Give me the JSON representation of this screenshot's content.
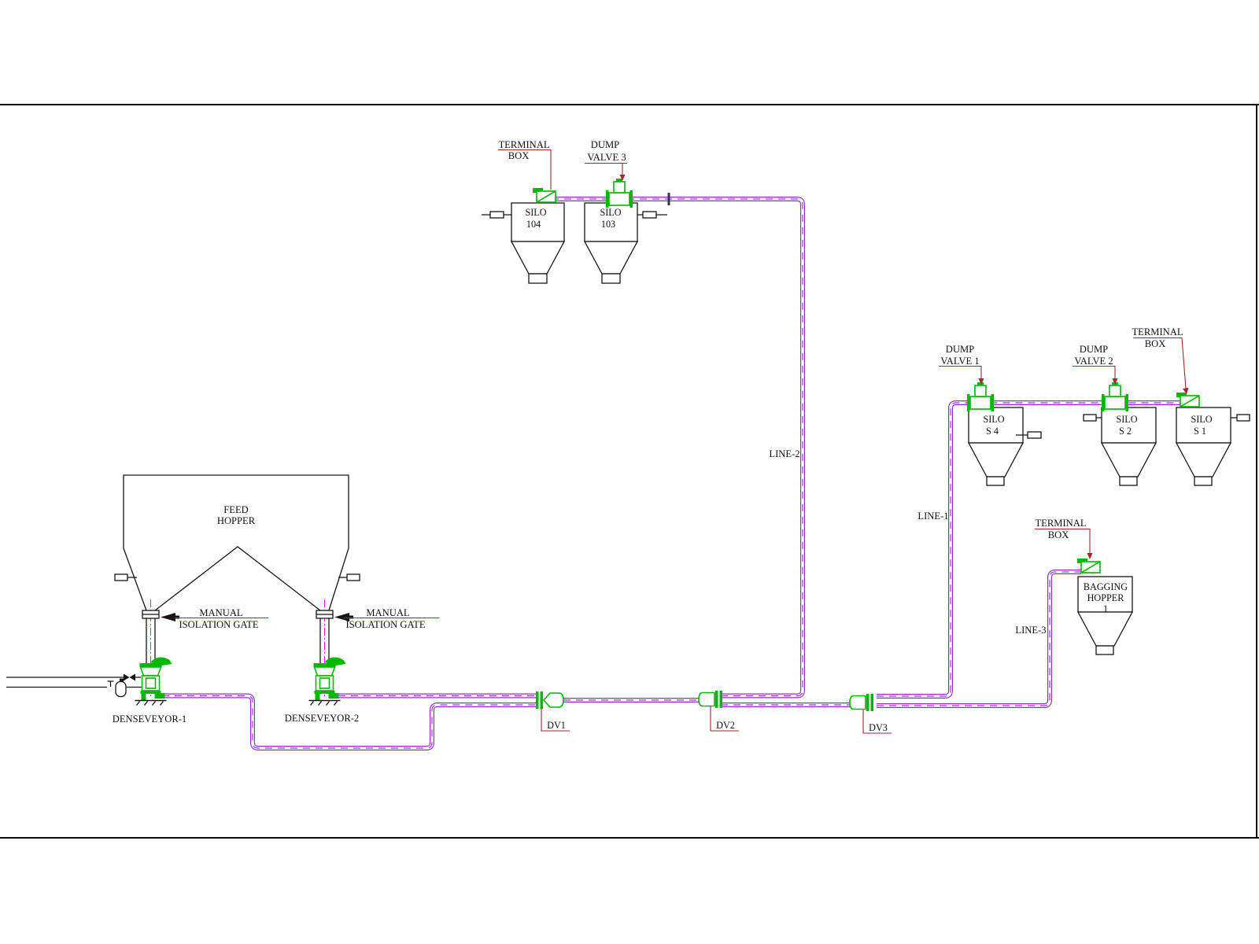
{
  "colors": {
    "background": "#ffffff",
    "pipe_purple": "#8b2fc9",
    "pipe_centerline": "#a435d6",
    "equipment_green": "#00b800",
    "leader_red": "#a92727",
    "centerline_magenta": "#ff00ff",
    "linework_black": "#161616"
  },
  "labels": {
    "terminal_box": {
      "line1": "TERMINAL",
      "line2": "BOX"
    },
    "manual_isolation_gate": {
      "line1": "MANUAL",
      "line2": "ISOLATION GATE"
    },
    "feed_hopper": {
      "line1": "FEED",
      "line2": "HOPPER"
    },
    "silo_104": {
      "line1": "SILO",
      "line2": "104"
    },
    "silo_103": {
      "line1": "SILO",
      "line2": "103"
    },
    "silo_s4": {
      "line1": "SILO",
      "line2": "S 4"
    },
    "silo_s2": {
      "line1": "SILO",
      "line2": "S 2"
    },
    "silo_s1": {
      "line1": "SILO",
      "line2": "S 1"
    },
    "bagging_hopper": {
      "line1": "BAGGING",
      "line2": "HOPPER",
      "line3": "1"
    },
    "denseveyor_1": "DENSEVEYOR-1",
    "denseveyor_2": "DENSEVEYOR-2",
    "dump_valve_1": {
      "line1": "DUMP",
      "line2": "VALVE 1"
    },
    "dump_valve_2": {
      "line1": "DUMP",
      "line2": "VALVE 2"
    },
    "dump_valve_3": {
      "line1": "DUMP",
      "line2": "VALVE 3"
    },
    "dv1": "DV1",
    "dv2": "DV2",
    "dv3": "DV3",
    "line_1": "LINE-1",
    "line_2": "LINE-2",
    "line_3": "LINE-3"
  }
}
